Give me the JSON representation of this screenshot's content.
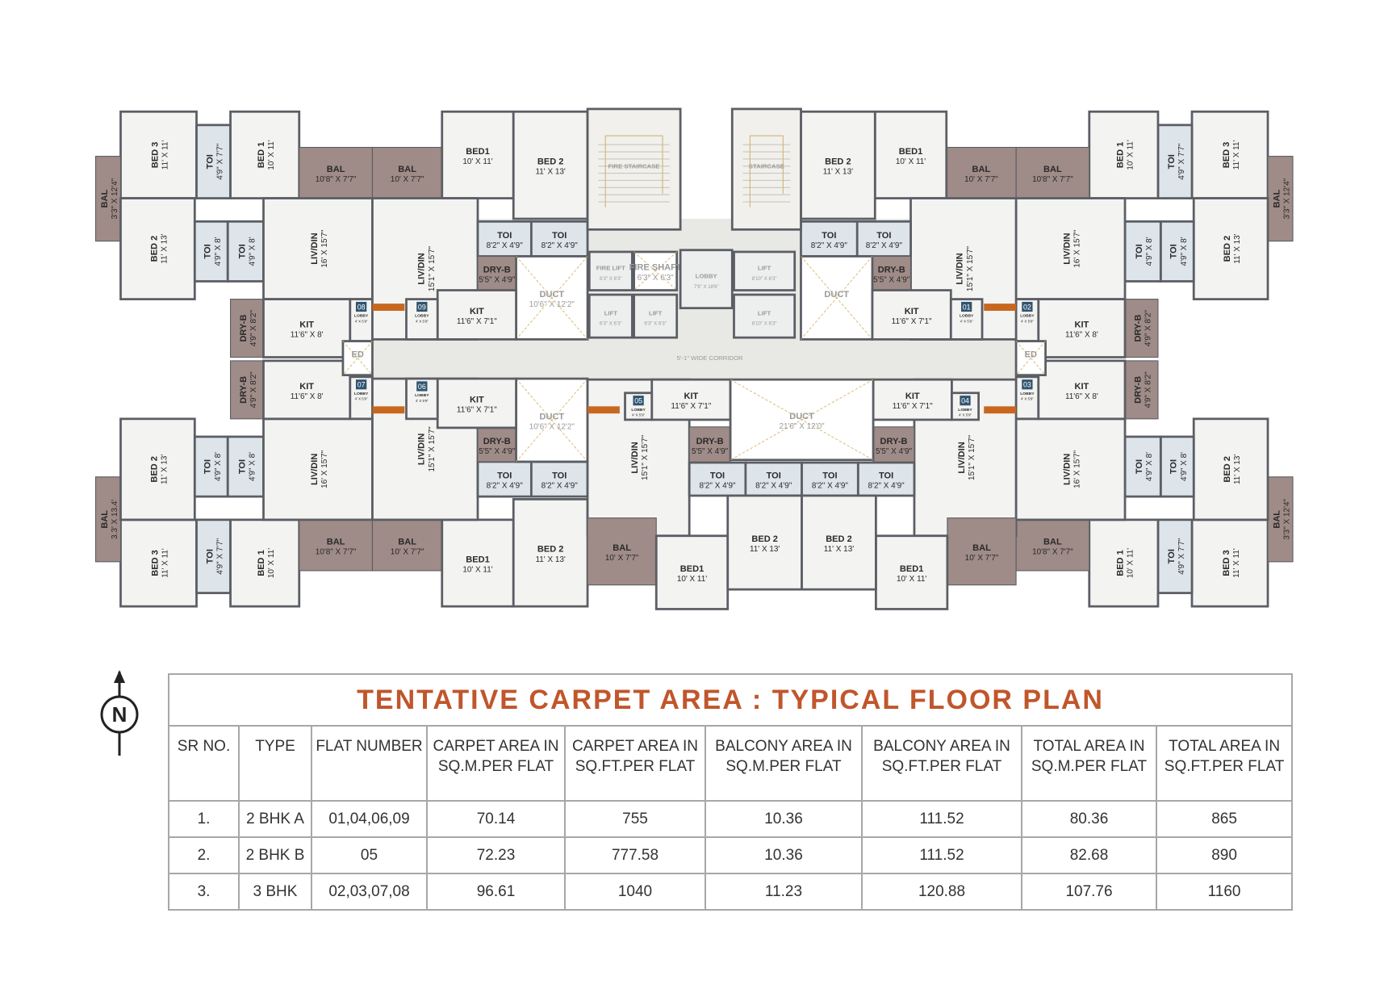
{
  "colors": {
    "wall": "#5b5e64",
    "room": "#f3f3f1",
    "toilet": "#dde4ea",
    "balcony": "#9f8b87",
    "corridor": "#e8e8e5",
    "badge": "#2f5470",
    "title": "#c0562b",
    "door": "#c8671e"
  },
  "north_label": "N",
  "floor_plan": {
    "corridor_label": "5'-1\" WIDE CORRIDOR",
    "core": [
      {
        "label": "FIRE STAIRCASE",
        "size": ""
      },
      {
        "label": "STAIRCASE",
        "size": ""
      },
      {
        "label": "FIRE LIFT",
        "size": "6'3\" X 6'3\""
      },
      {
        "label": "FIRE SHAFT",
        "size": "6'3\" X 6'3\""
      },
      {
        "label": "LIFT",
        "size": "6'3\" X 6'3\""
      },
      {
        "label": "LIFT",
        "size": "6'3\" X 6'3\""
      },
      {
        "label": "LOBBY",
        "size": "7'9\" X 18'6\""
      },
      {
        "label": "LIFT",
        "size": "8'10\" X 6'3\""
      },
      {
        "label": "LIFT",
        "size": "8'10\" X 6'3\""
      },
      {
        "label": "DUCT",
        "size": "21'6\" X 12'0\""
      },
      {
        "label": "ED",
        "size": ""
      },
      {
        "label": "ED",
        "size": ""
      }
    ],
    "flats": [
      {
        "number": "08",
        "rooms": [
          {
            "label": "BED 3",
            "size": "11' X 11'"
          },
          {
            "label": "TOI",
            "size": "4'9\" X 7'7\""
          },
          {
            "label": "BED 1",
            "size": "10' X 11'"
          },
          {
            "label": "BAL",
            "size": "10'8\" X 7'7\""
          },
          {
            "label": "BAL",
            "size": "3'3\" X 12'4\""
          },
          {
            "label": "BED 2",
            "size": "11' X 13'"
          },
          {
            "label": "TOI",
            "size": "4'9\" X 8'"
          },
          {
            "label": "TOI",
            "size": "4'9\" X 8'"
          },
          {
            "label": "LIV/DIN",
            "size": "16' X 15'7\""
          },
          {
            "label": "DRY-B",
            "size": "4'9\" X 8'2\""
          },
          {
            "label": "KIT",
            "size": "11'6\" X 8'"
          },
          {
            "label": "LOBBY",
            "size": "4' X 5'9\""
          }
        ]
      },
      {
        "number": "07",
        "rooms": [
          {
            "label": "BED 3",
            "size": "11' X 11'"
          },
          {
            "label": "TOI",
            "size": "4'9\" X 7'7\""
          },
          {
            "label": "BED 1",
            "size": "10' X 11'"
          },
          {
            "label": "BAL",
            "size": "10'8\" X 7'7\""
          },
          {
            "label": "BAL",
            "size": "3.3' X 13.4'"
          },
          {
            "label": "BED 2",
            "size": "11' X 13'"
          },
          {
            "label": "TOI",
            "size": "4'9\" X 8'"
          },
          {
            "label": "TOI",
            "size": "4'9\" X 8'"
          },
          {
            "label": "LIV/DIN",
            "size": "16' X 15'7\""
          },
          {
            "label": "DRY-B",
            "size": "4'9\" X 8'2\""
          },
          {
            "label": "KIT",
            "size": "11'6\" X 8'"
          },
          {
            "label": "LOBBY",
            "size": "4' X 5'9\""
          }
        ]
      },
      {
        "number": "02",
        "rooms": [
          {
            "label": "BED 3",
            "size": "11' X 11'"
          },
          {
            "label": "TOI",
            "size": "4'9\" X 7'7\""
          },
          {
            "label": "BED 1",
            "size": "10' X 11'"
          },
          {
            "label": "BAL",
            "size": "10'8\" X 7'7\""
          },
          {
            "label": "BAL",
            "size": "3'3\" X 12'4\""
          },
          {
            "label": "BED 2",
            "size": "11' X 13'"
          },
          {
            "label": "TOI",
            "size": "4'9\" X 8'"
          },
          {
            "label": "TOI",
            "size": "4'9\" X 8'"
          },
          {
            "label": "LIV/DIN",
            "size": "16' X 15'7\""
          },
          {
            "label": "DRY-B",
            "size": "4'9\" X 8'2\""
          },
          {
            "label": "KIT",
            "size": "11'6\" X 8'"
          },
          {
            "label": "LOBBY",
            "size": "4' X 5'9\""
          }
        ]
      },
      {
        "number": "03",
        "rooms": [
          {
            "label": "BED 3",
            "size": "11' X 11'"
          },
          {
            "label": "TOI",
            "size": "4'9\" X 7'7\""
          },
          {
            "label": "BED 1",
            "size": "10' X 11'"
          },
          {
            "label": "BAL",
            "size": "10'8\" X 7'7\""
          },
          {
            "label": "BAL",
            "size": "3'3\" X 12'4\""
          },
          {
            "label": "BED 2",
            "size": "11' X 13'"
          },
          {
            "label": "TOI",
            "size": "4'9\" X 8'"
          },
          {
            "label": "TOI",
            "size": "4'9\" X 8'"
          },
          {
            "label": "LIV/DIN",
            "size": "16' X 15'7\""
          },
          {
            "label": "DRY-B",
            "size": "4'9\" X 8'2\""
          },
          {
            "label": "KIT",
            "size": "11'6\" X 8'"
          },
          {
            "label": "LOBBY",
            "size": "4' X 5'9\""
          }
        ]
      },
      {
        "number": "09",
        "rooms": [
          {
            "label": "BAL",
            "size": "10' X 7'7\""
          },
          {
            "label": "BED1",
            "size": "10' X 11'"
          },
          {
            "label": "BED 2",
            "size": "11' X 13'"
          },
          {
            "label": "LIV/DIN",
            "size": "15'1\" X 15'7\""
          },
          {
            "label": "TOI",
            "size": "8'2\" X 4'9\""
          },
          {
            "label": "TOI",
            "size": "8'2\" X 4'9\""
          },
          {
            "label": "DRY-B",
            "size": "5'5\" X 4'9\""
          },
          {
            "label": "DUCT",
            "size": "10'6\" X 12'2\""
          },
          {
            "label": "KIT",
            "size": "11'6\" X 7'1\""
          },
          {
            "label": "LOBBY",
            "size": "4' X 5'9\""
          }
        ]
      },
      {
        "number": "06",
        "rooms": [
          {
            "label": "BAL",
            "size": "10' X 7'7\""
          },
          {
            "label": "BED1",
            "size": "10' X 11'"
          },
          {
            "label": "BED 2",
            "size": "11' X 13'"
          },
          {
            "label": "LIV/DIN",
            "size": "15'1\" X 15'7\""
          },
          {
            "label": "TOI",
            "size": "8'2\" X 4'9\""
          },
          {
            "label": "TOI",
            "size": "8'2\" X 4'9\""
          },
          {
            "label": "DRY-B",
            "size": "5'5\" X 4'9\""
          },
          {
            "label": "DUCT",
            "size": "10'6\" X 12'2\""
          },
          {
            "label": "KIT",
            "size": "11'6\" X 7'1\""
          },
          {
            "label": "LOBBY",
            "size": "4' X 5'9\""
          }
        ]
      },
      {
        "number": "01",
        "rooms": [
          {
            "label": "BAL",
            "size": "10' X 7'7\""
          },
          {
            "label": "BED1",
            "size": "10' X 11'"
          },
          {
            "label": "BED 2",
            "size": "11' X 13'"
          },
          {
            "label": "LIV/DIN",
            "size": "15'1\" X 15'7\""
          },
          {
            "label": "TOI",
            "size": "8'2\" X 4'9\""
          },
          {
            "label": "TOI",
            "size": "8'2\" X 4'9\""
          },
          {
            "label": "DRY-B",
            "size": "5'5\" X 4'9\""
          },
          {
            "label": "DUCT",
            "size": ""
          },
          {
            "label": "KIT",
            "size": "11'6\" X 7'1\""
          },
          {
            "label": "LOBBY",
            "size": "4' X 5'9\""
          }
        ]
      },
      {
        "number": "05",
        "rooms": [
          {
            "label": "LIV/DIN",
            "size": "15'1\" X 15'7\""
          },
          {
            "label": "KIT",
            "size": "11'6\" X 7'1\""
          },
          {
            "label": "LOBBY",
            "size": "4' X 5'9\""
          },
          {
            "label": "DRY-B",
            "size": "5'5\" X 4'9\""
          },
          {
            "label": "TOI",
            "size": "8'2\" X 4'9\""
          },
          {
            "label": "TOI",
            "size": "8'2\" X 4'9\""
          },
          {
            "label": "BAL",
            "size": "10' X 7'7\""
          },
          {
            "label": "BED1",
            "size": "10' X 11'"
          },
          {
            "label": "BED 2",
            "size": "11' X 13'"
          }
        ]
      },
      {
        "number": "04",
        "rooms": [
          {
            "label": "LIV/DIN",
            "size": "15'1\" X 15'7\""
          },
          {
            "label": "KIT",
            "size": "11'6\" X 7'1\""
          },
          {
            "label": "LOBBY",
            "size": "4' X 5'9\""
          },
          {
            "label": "DRY-B",
            "size": "5'5\" X 4'9\""
          },
          {
            "label": "TOI",
            "size": "8'2\" X 4'9\""
          },
          {
            "label": "TOI",
            "size": "8'2\" X 4'9\""
          },
          {
            "label": "BAL",
            "size": "10' X 7'7\""
          },
          {
            "label": "BED1",
            "size": "10' X 11'"
          },
          {
            "label": "BED 2",
            "size": "11' X 13'"
          }
        ]
      }
    ]
  },
  "table": {
    "title": "TENTATIVE CARPET AREA : TYPICAL FLOOR PLAN",
    "headers": [
      [
        "SR NO.",
        ""
      ],
      [
        "TYPE",
        ""
      ],
      [
        "FLAT NUMBER",
        ""
      ],
      [
        "CARPET AREA IN",
        "SQ.M.PER FLAT"
      ],
      [
        "CARPET AREA IN",
        "SQ.FT.PER FLAT"
      ],
      [
        "BALCONY AREA IN",
        "SQ.M.PER FLAT"
      ],
      [
        "BALCONY AREA IN",
        "SQ.FT.PER FLAT"
      ],
      [
        "TOTAL AREA IN",
        "SQ.M.PER FLAT"
      ],
      [
        "TOTAL AREA IN",
        "SQ.FT.PER FLAT"
      ]
    ],
    "rows": [
      [
        "1.",
        "2 BHK A",
        "01,04,06,09",
        "70.14",
        "755",
        "10.36",
        "111.52",
        "80.36",
        "865"
      ],
      [
        "2.",
        "2 BHK B",
        "05",
        "72.23",
        "777.58",
        "10.36",
        "111.52",
        "82.68",
        "890"
      ],
      [
        "3.",
        "3 BHK",
        "02,03,07,08",
        "96.61",
        "1040",
        "11.23",
        "120.88",
        "107.76",
        "1160"
      ]
    ]
  }
}
